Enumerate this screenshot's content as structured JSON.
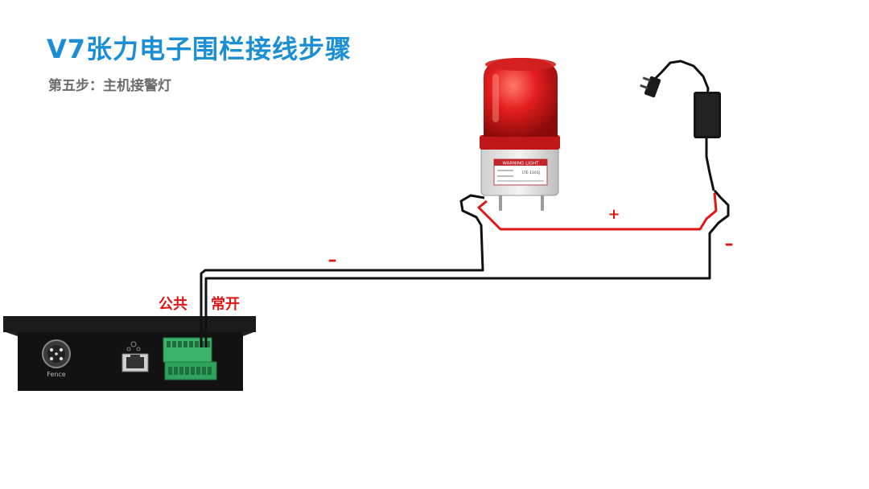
{
  "header": {
    "title": "V7张力电子围栏接线步骤",
    "subtitle": "第五步：主机接警灯"
  },
  "labels": {
    "common": "公共",
    "normally_open": "常开",
    "plus": "+",
    "minus_left": "–",
    "minus_right": "–"
  },
  "device": {
    "fence_port_label": "Fence"
  },
  "warning_light": {
    "label_header": "WARNING LIGHT",
    "model": "LTE-1101J"
  },
  "colors": {
    "title": "#1a8fd6",
    "wire_black": "#111111",
    "wire_red": "#e01515",
    "terminal_green": "#3bb36a",
    "lamp_red": "#e41e1e"
  }
}
